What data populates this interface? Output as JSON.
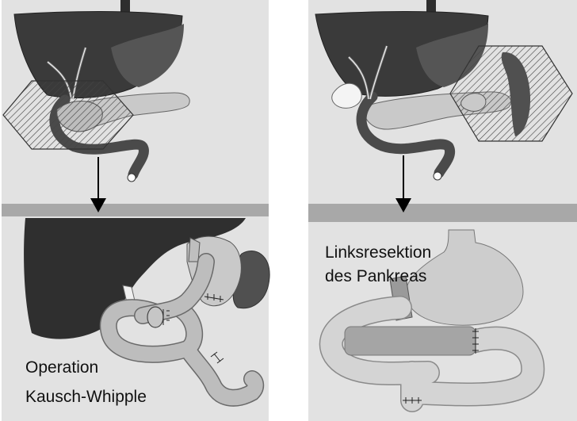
{
  "figure": {
    "left_panel": {
      "caption_line1": "Operation",
      "caption_line2": "Kausch-Whipple"
    },
    "right_panel": {
      "caption_line1": "Linksresektion",
      "caption_line2": "des Pankreas"
    }
  },
  "colors": {
    "panel_bg": "#e2e2e2",
    "divider_band": "#a8a8a8",
    "liver": "#3a3a3a",
    "liver_lower_lobe": "#555555",
    "pancreas": "#c9c9c9",
    "duodenum": "#4a4a4a",
    "stomach": "#cdcdcd",
    "intestine": "#bdbdbd",
    "spleen": "#505050",
    "arrow": "#000000"
  },
  "icons": [
    "down-arrow-icon",
    "hatched-hexagon-resection-marker"
  ]
}
